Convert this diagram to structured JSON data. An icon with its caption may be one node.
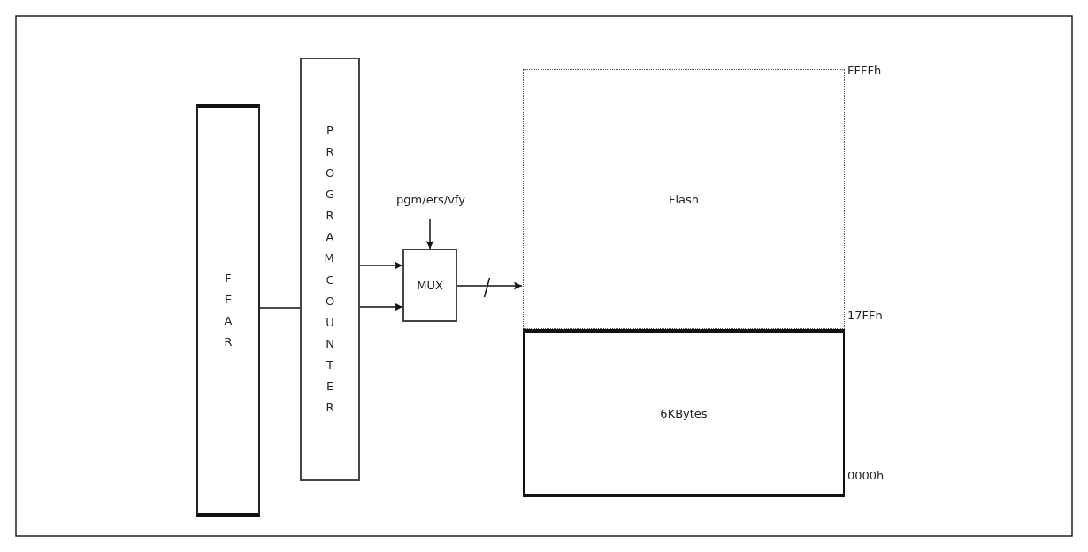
{
  "diagram": {
    "nodes": [
      {
        "text": [
          "FEAR"
        ]
      },
      {
        "text": [
          "PROGRAM COUNTER"
        ]
      },
      {
        "text": [
          "MUX"
        ]
      },
      {
        "text": [
          "pgm/ers/vfy"
        ]
      },
      {
        "text": [
          "Flash"
        ]
      },
      {
        "text": [
          "6KBytes"
        ]
      }
    ],
    "edges": [
      {
        "from": 0,
        "to": 1,
        "arrow": "none"
      },
      {
        "from": 1,
        "to": 2,
        "arrow": "to"
      },
      {
        "from": 1,
        "to": 2,
        "arrow": "to"
      },
      {
        "from": 3,
        "to": 2,
        "arrow": "to"
      },
      {
        "from": 2,
        "to": 4,
        "arrow": "to"
      }
    ],
    "labels": [
      "FFFFh",
      "17FFh",
      "0000h"
    ]
  }
}
